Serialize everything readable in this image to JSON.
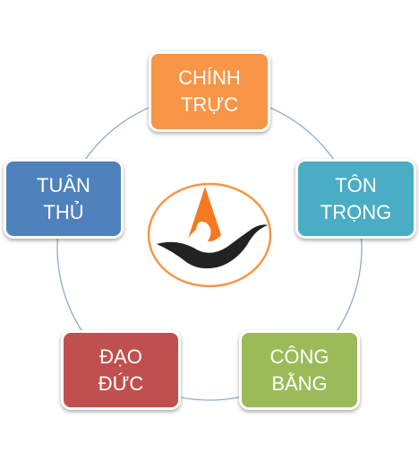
{
  "nodes": [
    {
      "id": "top",
      "line1": "CHÍNH",
      "line2": "TRỰC",
      "color": "#F79646"
    },
    {
      "id": "right",
      "line1": "TÔN",
      "line2": "TRỌNG",
      "color": "#4BACC6"
    },
    {
      "id": "bright",
      "line1": "CÔNG",
      "line2": "BẰNG",
      "color": "#9BBB59"
    },
    {
      "id": "bleft",
      "line1": "ĐẠO",
      "line2": "ĐỨC",
      "color": "#C0504D"
    },
    {
      "id": "left",
      "line1": "TUÂN",
      "line2": "THỦ",
      "color": "#4F81BD"
    }
  ],
  "colors": {
    "ring": "#8EA9D0",
    "logo_border": "#F79646",
    "logo_orange": "#F47920",
    "logo_dark": "#222222"
  }
}
